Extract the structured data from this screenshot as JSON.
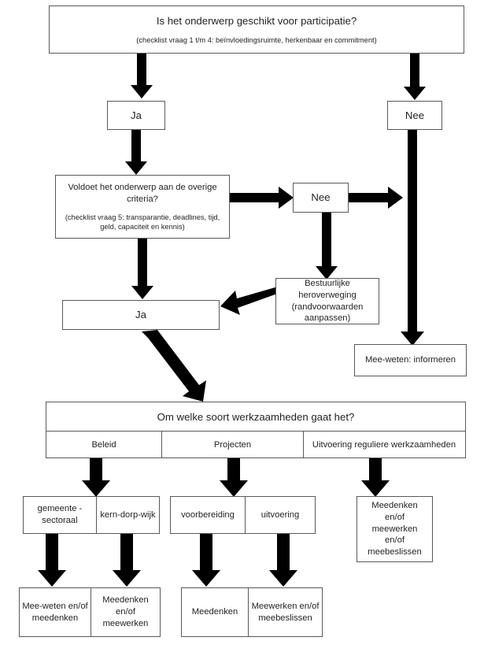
{
  "diagram": {
    "title_question": "Is het onderwerp geschikt voor participatie?",
    "title_checklist": "(checklist vraag 1 t/m 4: beïnvloedingsruimte, herkenbaar en commitment)",
    "yes_1": "Ja",
    "no_1": "Nee",
    "criteria_question": "Voldoet het onderwerp aan de overige criteria?",
    "criteria_checklist": "(checklist vraag 5: transparantie, deadlines, tijd, geld, capaciteit en kennis)",
    "no_2": "Nee",
    "reconsider": "Bestuurlijke heroverweging (randvoorwaarden aanpassen)",
    "inform": "Mee-weten: informeren",
    "yes_2": "Ja",
    "work_table": {
      "header": "Om welke soort werkzaamheden gaat het?",
      "columns": [
        "Beleid",
        "Projecten",
        "Uitvoering reguliere werkzaamheden"
      ]
    },
    "beleid_children": [
      "gemeente - sectoraal",
      "kern-dorp-wijk"
    ],
    "projecten_children": [
      "voorbereiding",
      "uitvoering"
    ],
    "uitvoering_result": "Meedenken en/of meewerken en/of meebeslissen",
    "beleid_results": [
      "Mee-weten en/of meedenken",
      "Meedenken en/of meewerken"
    ],
    "projecten_results": [
      "Meedenken",
      "Meewerken en/of meebeslissen"
    ]
  },
  "colors": {
    "arrow": "#000000",
    "border": "#58595b",
    "text": "#231f20",
    "background": "#ffffff"
  }
}
